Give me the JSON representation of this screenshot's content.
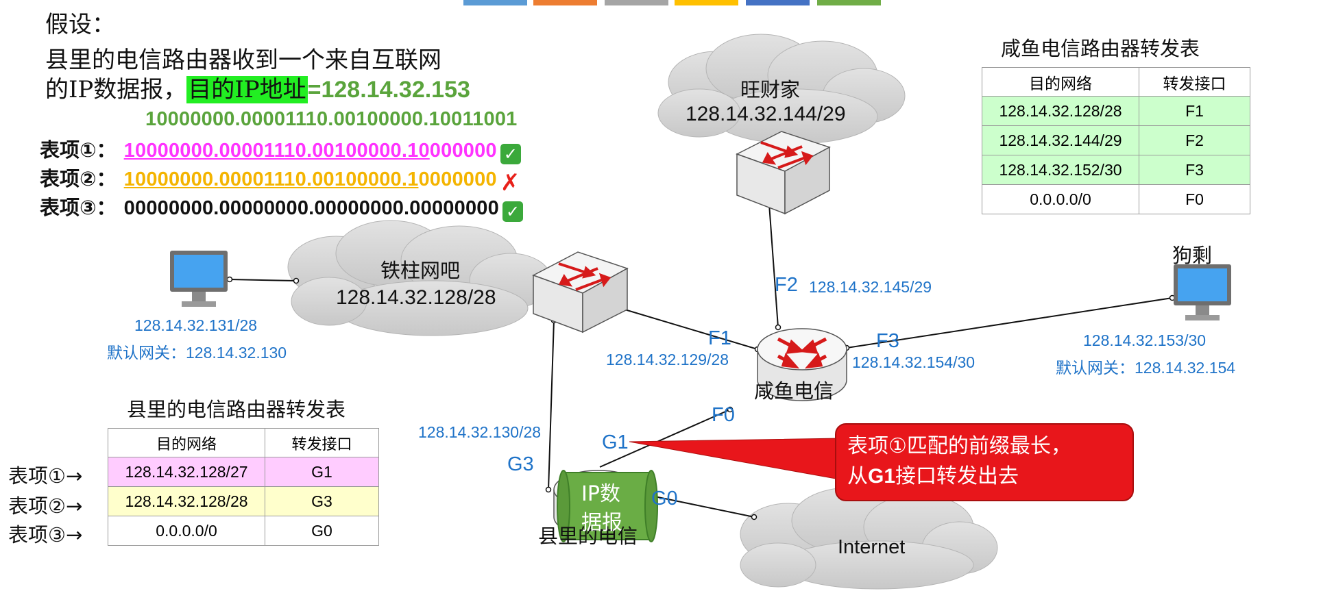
{
  "top_tabs": [
    {
      "color": "#5b9bd5"
    },
    {
      "color": "#ed7d31"
    },
    {
      "color": "#a5a5a5"
    },
    {
      "color": "#ffc000"
    },
    {
      "color": "#4472c4"
    },
    {
      "color": "#70ad47"
    }
  ],
  "intro": {
    "heading": "假设：",
    "line1": "县里的电信路由器收到一个来自互联网",
    "line2_prefix": "的IP数据报，",
    "dest_label": "目的IP地址",
    "dest_eq": "=128.14.32.153"
  },
  "binary": {
    "dest_bits": "10000000.00001110.00100000.10011001",
    "entries": [
      {
        "label": "表项①：",
        "bits_prefix": "10000000.00001110.00100000.10",
        "bits_suffix": "000000",
        "result": "✓",
        "color": "#ff33ff"
      },
      {
        "label": "表项②：",
        "bits_prefix": "10000000.00001110.00100000.1",
        "bits_suffix": "0000000",
        "result": "✗",
        "color": "#f4b400"
      },
      {
        "label": "表项③：",
        "bits_prefix": "",
        "bits_suffix": "00000000.00000000.00000000.00000000",
        "result": "✓",
        "color": "#111111"
      }
    ]
  },
  "xianyu_table": {
    "title": "咸鱼电信路由器转发表",
    "headers": [
      "目的网络",
      "转发接口"
    ],
    "rows": [
      {
        "net": "128.14.32.128/28",
        "iface": "F1",
        "highlight": "#ccffcc"
      },
      {
        "net": "128.14.32.144/29",
        "iface": "F2",
        "highlight": "#ccffcc"
      },
      {
        "net": "128.14.32.152/30",
        "iface": "F3",
        "highlight": "#ccffcc"
      },
      {
        "net": "0.0.0.0/0",
        "iface": "F0",
        "highlight": "#ffffff"
      }
    ]
  },
  "county_table": {
    "title": "县里的电信路由器转发表",
    "headers": [
      "目的网络",
      "转发接口"
    ],
    "rows": [
      {
        "label": "表项①→",
        "net": "128.14.32.128/27",
        "iface": "G1",
        "highlight": "#ffccff"
      },
      {
        "label": "表项②→",
        "net": "128.14.32.128/28",
        "iface": "G3",
        "highlight": "#ffffcc"
      },
      {
        "label": "表项③→",
        "net": "0.0.0.0/0",
        "iface": "G0",
        "highlight": "#ffffff"
      }
    ]
  },
  "network": {
    "wangcai": {
      "name": "旺财家",
      "net": "128.14.32.144/29"
    },
    "tiezhu": {
      "name": "铁柱网吧",
      "net": "128.14.32.128/28"
    },
    "internet": {
      "name": "Internet"
    },
    "pc_left": {
      "ip": "128.14.32.131/28",
      "gateway": "默认网关：128.14.32.130"
    },
    "pc_right": {
      "name": "狗剩",
      "ip": "128.14.32.153/30",
      "gateway": "默认网关：128.14.32.154"
    },
    "xianyu_router": {
      "name": "咸鱼电信"
    },
    "county_router": {
      "name": "县里的电信"
    },
    "labels": {
      "F2": "F2",
      "F2_ip": "128.14.32.145/29",
      "F1": "F1",
      "F1_ip": "128.14.32.129/28",
      "F3": "F3",
      "F3_ip": "128.14.32.154/30",
      "F0": "F0",
      "G1": "G1",
      "G3": "G3",
      "G3_ip": "128.14.32.130/28",
      "G0": "G0"
    },
    "packet": {
      "line1": "IP数",
      "line2": "据报"
    }
  },
  "callout": {
    "line1": "表项①匹配的前缀最长，",
    "line2_prefix": "从",
    "line2_bold": "G1",
    "line2_suffix": "接口转发出去",
    "bg_color": "#e8161b"
  },
  "colors": {
    "accent_blue": "#1f73c8",
    "green_text": "#5aa43c",
    "highlight_green": "#22ee22"
  }
}
